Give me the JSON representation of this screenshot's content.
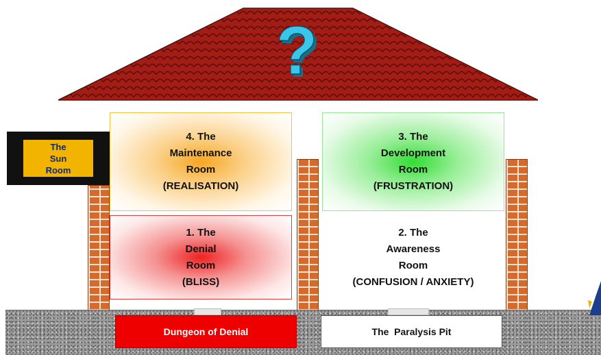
{
  "roof": {
    "symbol": "?",
    "roof_color": "#9e1a14",
    "symbol_color": "#39c6e8"
  },
  "sun_room": {
    "label": "The\nSun\nRoom",
    "color": "#f2b400"
  },
  "rooms": [
    {
      "id": "maintenance",
      "label": "4. The\nMaintenance\nRoom\n(REALISATION)",
      "color": "#f6a623"
    },
    {
      "id": "development",
      "label": "3. The\nDevelopment\nRoom\n(FRUSTRATION)",
      "color": "#33dd33"
    },
    {
      "id": "denial",
      "label": "1. The\nDenial\nRoom\n(BLISS)",
      "color": "#ee2222"
    },
    {
      "id": "awareness",
      "label": "2. The\nAwareness\nRoom\n(CONFUSION / ANXIETY)",
      "color": "#ffffff"
    }
  ],
  "basement": {
    "left_label": "Dungeon of Denial",
    "right_label": "The  Paralysis Pit",
    "left_color": "#ee0000"
  }
}
